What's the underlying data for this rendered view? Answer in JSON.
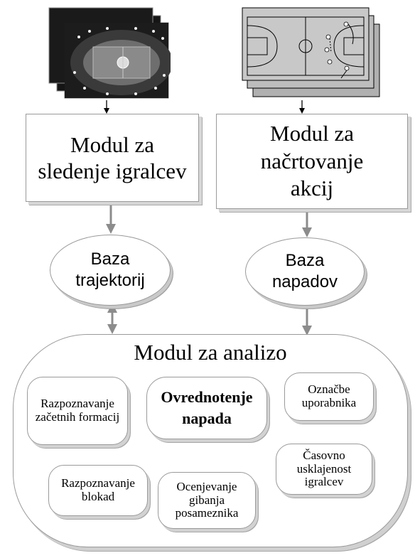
{
  "modules": {
    "tracking": "Modul za sledenje igralcev",
    "planning": "Modul za načrtovanje akcij",
    "analysis": "Modul za analizo"
  },
  "databases": {
    "trajectories": "Baza trajektorij",
    "attacks": "Baza napadov"
  },
  "analysis_components": {
    "center": "Ovrednotenje napada",
    "initial_formations": "Razpoznavanje začetnih formacij",
    "user_annotations": "Označbe uporabnika",
    "timing": "Časovno usklajenost igralcev",
    "screens": "Razpoznavanje blokad",
    "defender_motion": "Ocenjevanje gibanja posameznika"
  },
  "colors": {
    "arrow": "#8c8c8c",
    "black_arrow": "#000000",
    "court_fill": "#c8c8c8",
    "court_stack": "#b0b0b0",
    "box_border": "#9a9a9a"
  },
  "icons": {
    "video_frames": "arena-video-stack",
    "court_diagram": "court-play-stack"
  }
}
